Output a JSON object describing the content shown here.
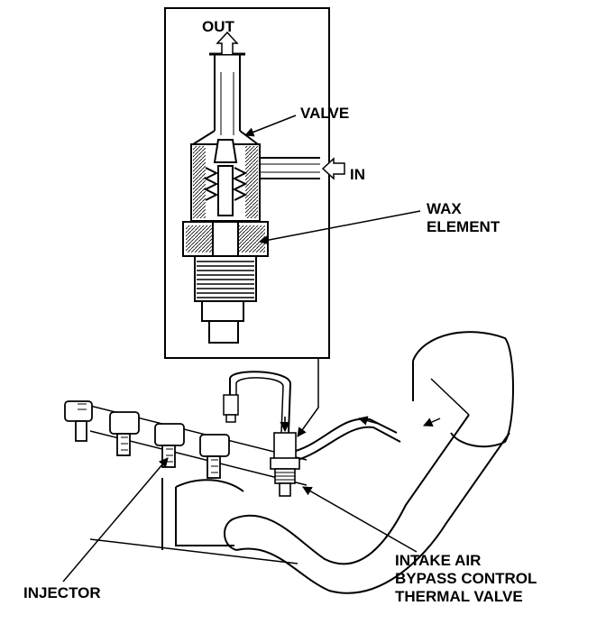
{
  "labels": {
    "out": "OUT",
    "valve": "VALVE",
    "in": "IN",
    "wax_element": "WAX\nELEMENT",
    "injector": "INJECTOR",
    "intake_line1": "INTAKE AIR",
    "intake_line2": "BYPASS CONTROL",
    "intake_line3": "THERMAL VALVE"
  },
  "colors": {
    "ink": "#000000",
    "paper": "#ffffff"
  }
}
